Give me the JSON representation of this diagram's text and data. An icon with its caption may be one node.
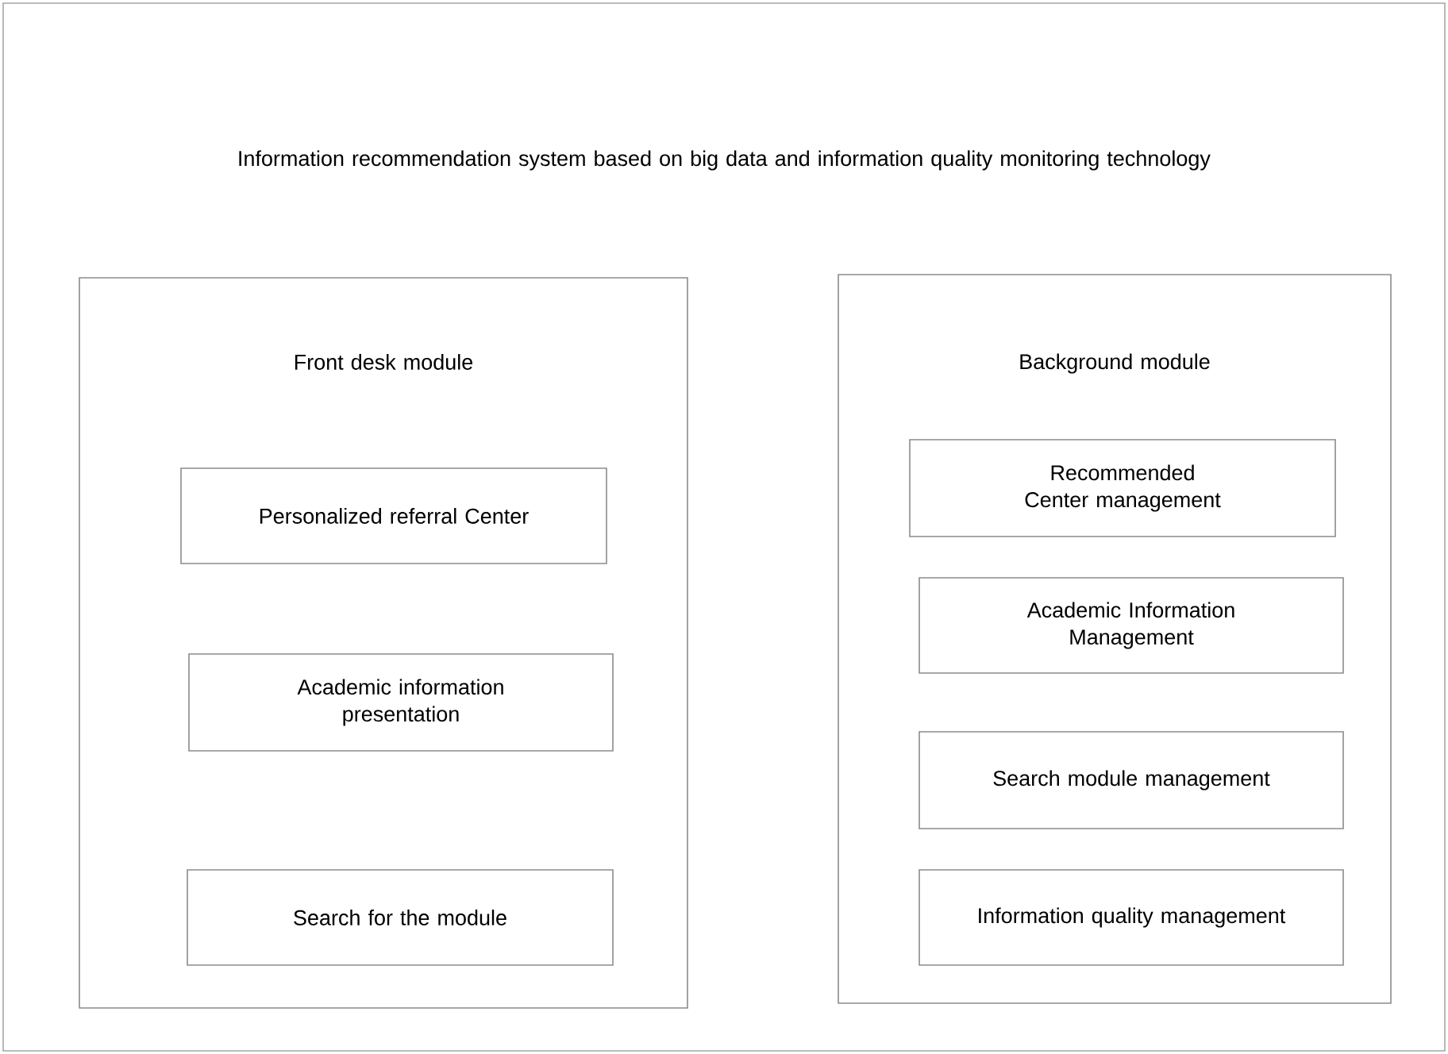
{
  "diagram": {
    "nodes": [
      {
        "text": [
          "Information recommendation system based on big data and information quality monitoring technology"
        ]
      },
      {
        "text": [
          "Front desk module"
        ],
        "in": 0
      },
      {
        "text": [
          "Personalized referral Center"
        ],
        "in": 1
      },
      {
        "text": [
          "Academic information presentation"
        ],
        "in": 1
      },
      {
        "text": [
          "Search for the module"
        ],
        "in": 1
      },
      {
        "text": [
          "Background module"
        ],
        "in": 0
      },
      {
        "text": [
          "Recommended Center management"
        ],
        "in": 5
      },
      {
        "text": [
          "Academic Information Management"
        ],
        "in": 5
      },
      {
        "text": [
          "Search module management"
        ],
        "in": 5
      },
      {
        "text": [
          "Information quality management"
        ],
        "in": 5
      }
    ]
  }
}
